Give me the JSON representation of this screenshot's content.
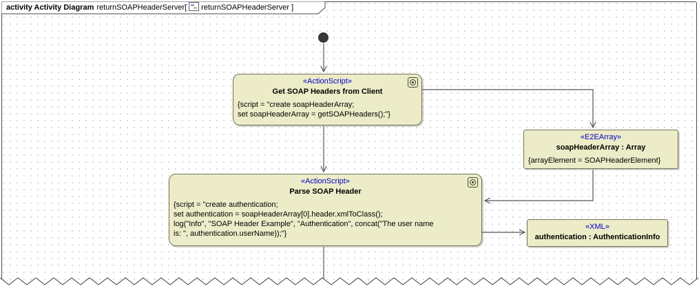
{
  "frame": {
    "keyword_label": "activity Activity Diagram",
    "name": "returnSOAPHeaderServer",
    "bracket_open": "[",
    "ref_name": "returnSOAPHeaderServer",
    "bracket_close": "]"
  },
  "nodes": {
    "action1": {
      "stereotype": "«ActionScript»",
      "title": "Get SOAP Headers from Client",
      "body": [
        "{script = \"create soapHeaderArray;",
        "set soapHeaderArray = getSOAPHeaders();\"}"
      ]
    },
    "e2e_array": {
      "stereotype": "«E2EArray»",
      "title": "soapHeaderArray : Array",
      "body": [
        "{arrayElement = SOAPHeaderElement}"
      ]
    },
    "action2": {
      "stereotype": "«ActionScript»",
      "title": "Parse SOAP Header",
      "body": [
        "{script = \"create authentication;",
        "set authentication = soapHeaderArray[0].header.xmlToClass();",
        "log(\"Info\", \"SOAP Header Example\", \"Authentication\", concat(\"The user name",
        "is: \", authentication.userName));\"}"
      ]
    },
    "xml": {
      "stereotype": "«XML»",
      "title": "authentication : AuthenticationInfo"
    }
  },
  "colors": {
    "node_fill": "#ececc8",
    "node_border": "#72725a",
    "stereotype_color": "#0000c8",
    "line_color": "#555555",
    "frame_color": "#4a4a4a",
    "initial_fill": "#383838"
  }
}
